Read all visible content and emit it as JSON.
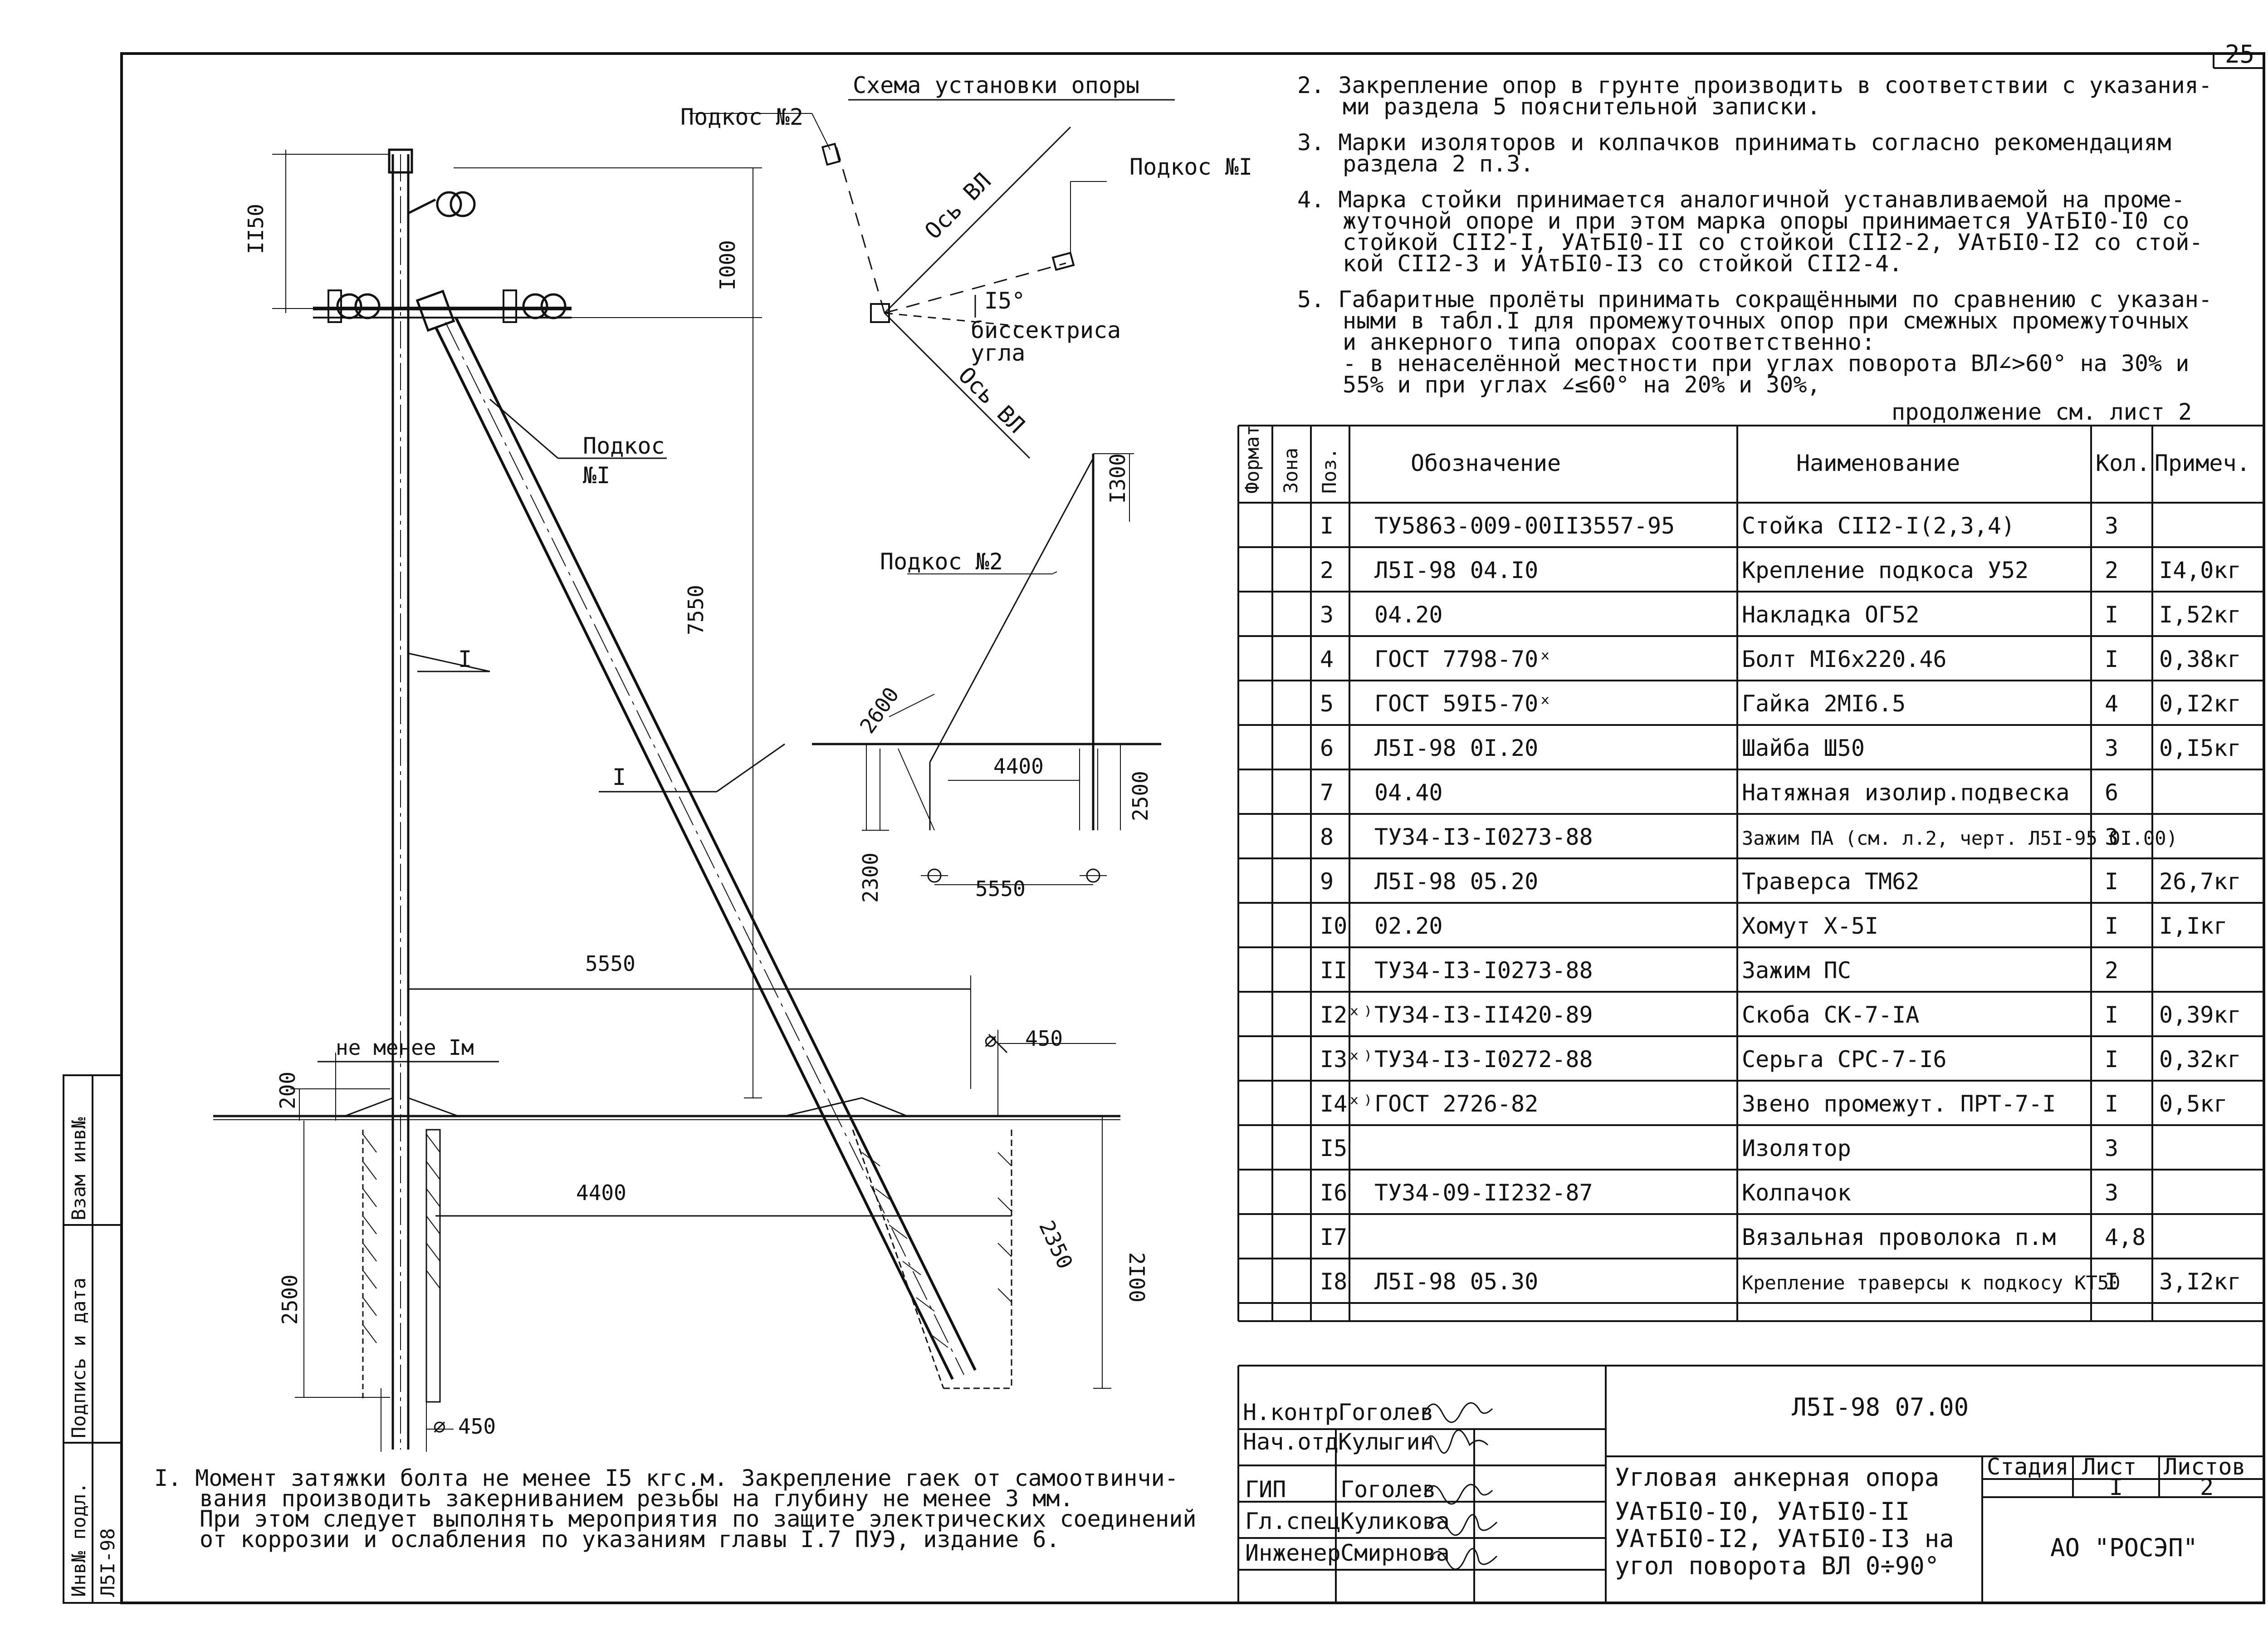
{
  "page_number": "25",
  "scheme": {
    "title": "Схема установки опоры",
    "brace2": "Подкос №2",
    "brace1": "Подкос №I",
    "axis_top": "Ось ВЛ",
    "axis_bottom": "Ось ВЛ",
    "angle": "I5°",
    "bisector_1": "биссектриса",
    "bisector_2": "угла"
  },
  "notes": [
    [
      "2. Закрепление опор в грунте производить в соответствии с указания-",
      "ми раздела 5 пояснительной записки."
    ],
    [
      "3. Марки изоляторов и колпачков принимать согласно рекомендациям",
      "раздела 2 п.3."
    ],
    [
      "4. Марка стойки принимается аналогичной устанавливаемой на проме-",
      "жуточной опоре и при этом марка опоры принимается УАтБI0-I0 со",
      "стойкой СII2-I, УАтБI0-II со стойкой СII2-2, УАтБI0-I2 со стой-",
      "кой СII2-3 и УАтБI0-I3 со стойкой СII2-4."
    ],
    [
      "5. Габаритные пролёты принимать сокращёнными по сравнению с указан-",
      "ными в табл.I для промежуточных опор при смежных промежуточных",
      "и анкерного типа опорах соответственно:",
      "- в ненаселённой местности при углах поворота ВЛ∠>60° на 30% и",
      "55% и при углах ∠≤60° на 20% и 30%,"
    ]
  ],
  "notes_continued": "продолжение см. лист 2",
  "bottom_note": [
    "I. Момент затяжки болта не менее I5 кгс.м. Закрепление гаек от самоотвинчи-",
    "вания производить закерниванием резьбы на глубину не менее 3 мм.",
    "При этом следует выполнять мероприятия по защите электрических соединений",
    "от коррозии и ослабления по указаниям главы I.7 ПУЭ, издание 6."
  ],
  "dims_main": {
    "d1150": "II50",
    "d1000": "I000",
    "brace1": "Подкос",
    "brace1_no": "№I",
    "d7550": "7550",
    "pos1a": "I",
    "pos1b": "I",
    "d5550": "5550",
    "min1m": "не менее Iм",
    "d200": "200",
    "d4400": "4400",
    "d2500": "2500",
    "d450a": "450",
    "d2100": "2I00",
    "d2350": "2350",
    "d450b": "450"
  },
  "dims_side": {
    "d1300": "I300",
    "brace2": "Подкос №2",
    "d2600": "2600",
    "d4400": "4400",
    "d2500": "2500",
    "d2300": "2300",
    "d5550": "5550"
  },
  "spec": {
    "headers": [
      "Формат",
      "Зона",
      "Поз.",
      "Обозначение",
      "Наименование",
      "Кол.",
      "Примеч."
    ],
    "rows": [
      [
        "I",
        "ТУ5863-009-00II3557-95",
        "Стойка СII2-I(2,3,4)",
        "3",
        ""
      ],
      [
        "2",
        "Л5I-98 04.I0",
        "Крепление подкоса У52",
        "2",
        "I4,0кг"
      ],
      [
        "3",
        "04.20",
        "Накладка ОГ52",
        "I",
        "I,52кг"
      ],
      [
        "4",
        "ГОСТ 7798-70ˣ",
        "Болт МI6х220.46",
        "I",
        "0,38кг"
      ],
      [
        "5",
        "ГОСТ 59I5-70ˣ",
        "Гайка 2МI6.5",
        "4",
        "0,I2кг"
      ],
      [
        "6",
        "Л5I-98 0I.20",
        "Шайба Ш50",
        "3",
        "0,I5кг"
      ],
      [
        "7",
        "04.40",
        "Натяжная изолир.подвеска",
        "6",
        ""
      ],
      [
        "8",
        "ТУ34-I3-I0273-88",
        "Зажим ПА (см. л.2, черт. Л5I-95 0I.00)",
        "3",
        ""
      ],
      [
        "9",
        "Л5I-98 05.20",
        "Траверса ТМ62",
        "I",
        "26,7кг"
      ],
      [
        "I0",
        "02.20",
        "Хомут Х-5I",
        "I",
        "I,Iкг"
      ],
      [
        "II",
        "ТУ34-I3-I0273-88",
        "Зажим ПС",
        "2",
        ""
      ],
      [
        "I2ˣ⁾",
        "ТУ34-I3-II420-89",
        "Скоба СК-7-IА",
        "I",
        "0,39кг"
      ],
      [
        "I3ˣ⁾",
        "ТУ34-I3-I0272-88",
        "Серьга СРС-7-I6",
        "I",
        "0,32кг"
      ],
      [
        "I4ˣ⁾",
        "ГОСТ 2726-82",
        "Звено промежут. ПРТ-7-I",
        "I",
        "0,5кг"
      ],
      [
        "I5",
        "",
        "Изолятор",
        "3",
        ""
      ],
      [
        "I6",
        "ТУ34-09-II232-87",
        "Колпачок",
        "3",
        ""
      ],
      [
        "I7",
        "",
        "Вязальная проволока п.м",
        "4,8",
        ""
      ],
      [
        "I8",
        "Л5I-98 05.30",
        "Крепление траверсы к подкосу КТ50",
        "I",
        "3,I2кг"
      ]
    ]
  },
  "title_block": {
    "designation": "Л5I-98 07.00",
    "title_lines": [
      "Угловая анкерная опора",
      "УАтБI0-I0, УАтБI0-II",
      "УАтБI0-I2, УАтБI0-I3 на",
      "угол поворота ВЛ 0÷90°"
    ],
    "stage_label": "Стадия",
    "sheet_label": "Лист",
    "sheets_label": "Листов",
    "stage": "",
    "sheet": "I",
    "sheets": "2",
    "company": "АО \"РОСЭП\"",
    "people": [
      {
        "role": "Н.контр",
        "name": "Гоголев"
      },
      {
        "role": "Нач.отд",
        "name": "Кулыгин"
      },
      {
        "role": "ГИП",
        "name": "Гоголев"
      },
      {
        "role": "Гл.спец",
        "name": "Куликова"
      },
      {
        "role": "Инженер",
        "name": "Смирнова"
      }
    ]
  },
  "side_stamp": {
    "inv_orig": "Инв№ подл.",
    "inv_orig_val": "Л5I-98",
    "sign_date": "Подпись и дата",
    "inv_swap": "Взам инв№"
  }
}
